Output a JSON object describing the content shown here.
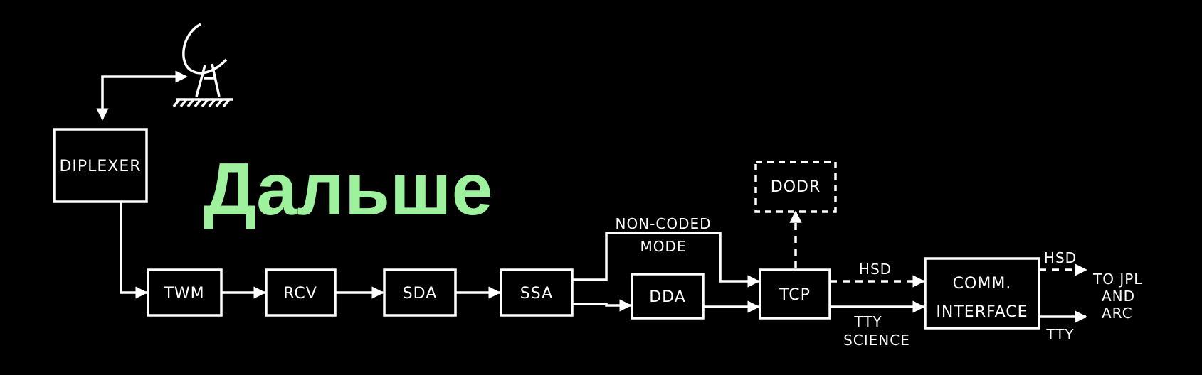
{
  "overlay_title": "Дальше",
  "colors": {
    "background": "#000000",
    "line": "#ffffff",
    "overlay": "#9ef29e"
  },
  "icons": {
    "antenna": "dish-antenna-icon"
  },
  "blocks": {
    "diplexer": "DIPLEXER",
    "twm": "TWM",
    "rcv": "RCV",
    "sda": "SDA",
    "ssa": "SSA",
    "dda": "DDA",
    "tcp": "TCP",
    "dodr": "DODR",
    "comm_line1": "COMM.",
    "comm_line2": "INTERFACE"
  },
  "labels": {
    "non_coded_line1": "NON-CODED",
    "non_coded_line2": "MODE",
    "hsd_in": "HSD",
    "tty_in_line1": "TTY",
    "tty_in_line2": "SCIENCE",
    "hsd_out": "HSD",
    "tty_out": "TTY",
    "dest_line1": "TO JPL",
    "dest_line2": "AND",
    "dest_line3": "ARC"
  }
}
